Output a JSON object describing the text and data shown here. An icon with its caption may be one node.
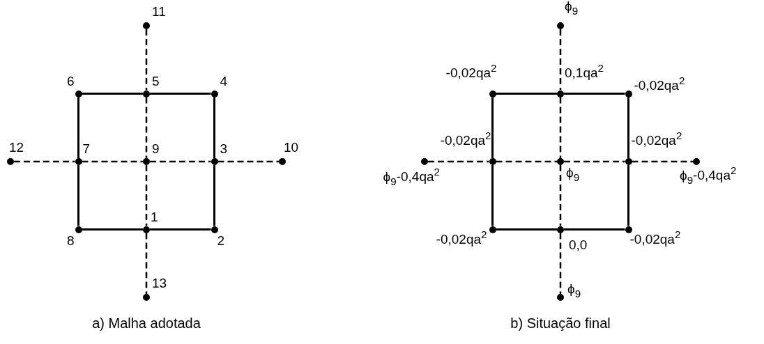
{
  "diagram": {
    "nodes": [
      {
        "text": [],
        "shape": "circle",
        "beside": [
          "11"
        ]
      },
      {
        "text": [],
        "shape": "circle",
        "beside": [
          "6"
        ]
      },
      {
        "text": [],
        "shape": "circle",
        "beside": [
          "5"
        ]
      },
      {
        "text": [],
        "shape": "circle",
        "beside": [
          "4"
        ]
      },
      {
        "text": [],
        "shape": "circle",
        "beside": [
          "12"
        ]
      },
      {
        "text": [],
        "shape": "circle",
        "beside": [
          "7"
        ]
      },
      {
        "text": [],
        "shape": "circle",
        "beside": [
          "9"
        ]
      },
      {
        "text": [],
        "shape": "circle",
        "beside": [
          "3"
        ]
      },
      {
        "text": [],
        "shape": "circle",
        "beside": [
          "10"
        ]
      },
      {
        "text": [],
        "shape": "circle",
        "beside": [
          "1"
        ]
      },
      {
        "text": [],
        "shape": "circle",
        "beside": [
          "8"
        ]
      },
      {
        "text": [],
        "shape": "circle",
        "beside": [
          "2"
        ]
      },
      {
        "text": [],
        "shape": "circle",
        "beside": [
          "13"
        ]
      },
      {
        "text": [],
        "shape": "circle",
        "beside": [
          "ϕ$_{9}$"
        ]
      },
      {
        "text": [],
        "shape": "circle",
        "beside": [
          "-0,02qa$^{2}$"
        ]
      },
      {
        "text": [],
        "shape": "circle",
        "beside": [
          "0,1qa$^{2}$"
        ]
      },
      {
        "text": [],
        "shape": "circle",
        "beside": [
          "-0,02qa$^{2}$"
        ]
      },
      {
        "text": [],
        "shape": "circle",
        "beside": [
          "ϕ$_{9}$-0,4qa$^{2}$"
        ]
      },
      {
        "text": [],
        "shape": "circle",
        "beside": [
          "-0,02qa$^{2}$"
        ]
      },
      {
        "text": [],
        "shape": "circle",
        "beside": [
          "ϕ$_{9}$"
        ]
      },
      {
        "text": [],
        "shape": "circle",
        "beside": [
          "-0,02qa$^{2}$"
        ]
      },
      {
        "text": [],
        "shape": "circle",
        "beside": [
          "ϕ$_{9}$-0,4qa$^{2}$"
        ]
      },
      {
        "text": [],
        "shape": "circle",
        "beside": [
          "0,0"
        ]
      },
      {
        "text": [],
        "shape": "circle",
        "beside": [
          "-0,02qa$^{2}$"
        ]
      },
      {
        "text": [],
        "shape": "circle",
        "beside": [
          "-0,02qa$^{2}$"
        ]
      },
      {
        "text": [],
        "shape": "circle",
        "beside": [
          "ϕ$_{9}$"
        ]
      }
    ],
    "edges": [
      {
        "from": 1,
        "to": 2,
        "arrow": "none"
      },
      {
        "from": 2,
        "to": 3,
        "arrow": "none"
      },
      {
        "from": 3,
        "to": 7,
        "arrow": "none"
      },
      {
        "from": 7,
        "to": 11,
        "arrow": "none"
      },
      {
        "from": 11,
        "to": 9,
        "arrow": "none"
      },
      {
        "from": 9,
        "to": 10,
        "arrow": "none"
      },
      {
        "from": 10,
        "to": 5,
        "arrow": "none"
      },
      {
        "from": 5,
        "to": 1,
        "arrow": "none"
      },
      {
        "from": 0,
        "to": 2,
        "arrow": "none",
        "style": "dashed"
      },
      {
        "from": 2,
        "to": 6,
        "arrow": "none",
        "style": "dashed"
      },
      {
        "from": 6,
        "to": 9,
        "arrow": "none",
        "style": "dashed"
      },
      {
        "from": 9,
        "to": 12,
        "arrow": "none",
        "style": "dashed"
      },
      {
        "from": 4,
        "to": 5,
        "arrow": "none",
        "style": "dashed"
      },
      {
        "from": 5,
        "to": 6,
        "arrow": "none",
        "style": "dashed"
      },
      {
        "from": 6,
        "to": 7,
        "arrow": "none",
        "style": "dashed"
      },
      {
        "from": 7,
        "to": 8,
        "arrow": "none",
        "style": "dashed"
      },
      {
        "from": 14,
        "to": 15,
        "arrow": "none"
      },
      {
        "from": 15,
        "to": 16,
        "arrow": "none"
      },
      {
        "from": 16,
        "to": 20,
        "arrow": "none"
      },
      {
        "from": 20,
        "to": 24,
        "arrow": "none"
      },
      {
        "from": 24,
        "to": 22,
        "arrow": "none"
      },
      {
        "from": 22,
        "to": 23,
        "arrow": "none"
      },
      {
        "from": 23,
        "to": 18,
        "arrow": "none"
      },
      {
        "from": 18,
        "to": 14,
        "arrow": "none"
      },
      {
        "from": 13,
        "to": 15,
        "arrow": "none",
        "style": "dashed"
      },
      {
        "from": 15,
        "to": 19,
        "arrow": "none",
        "style": "dashed"
      },
      {
        "from": 19,
        "to": 22,
        "arrow": "none",
        "style": "dashed"
      },
      {
        "from": 22,
        "to": 25,
        "arrow": "none",
        "style": "dashed"
      },
      {
        "from": 17,
        "to": 18,
        "arrow": "none",
        "style": "dashed"
      },
      {
        "from": 18,
        "to": 19,
        "arrow": "none",
        "style": "dashed"
      },
      {
        "from": 19,
        "to": 20,
        "arrow": "none",
        "style": "dashed"
      },
      {
        "from": 20,
        "to": 21,
        "arrow": "none",
        "style": "dashed"
      }
    ],
    "labels": [
      "a) Malha adotada",
      "b) Situação final"
    ]
  }
}
